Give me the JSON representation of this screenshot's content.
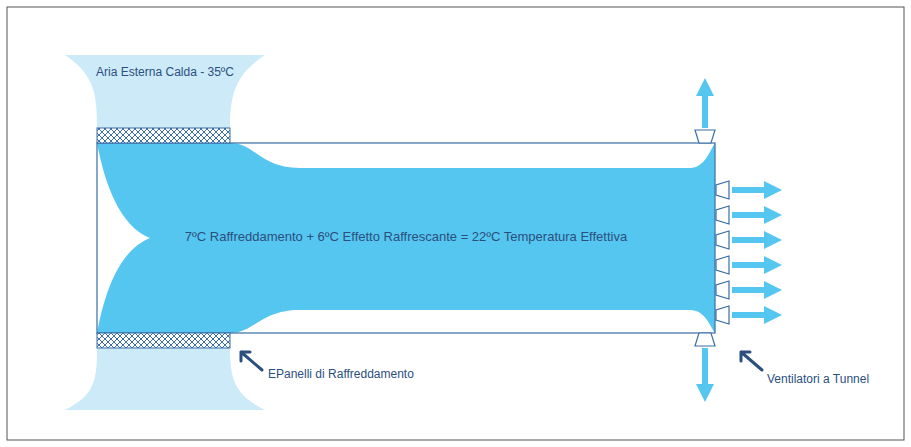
{
  "diagram": {
    "labels": [
      "Aria Esterna Calda - 35ºC",
      "7ºC Raffreddamento + 6ºC Effetto Raffrescante = 22ºC Temperatura Effettiva",
      "EPanelli di Raffreddamento",
      "Ventilatori a Tunnel"
    ]
  }
}
